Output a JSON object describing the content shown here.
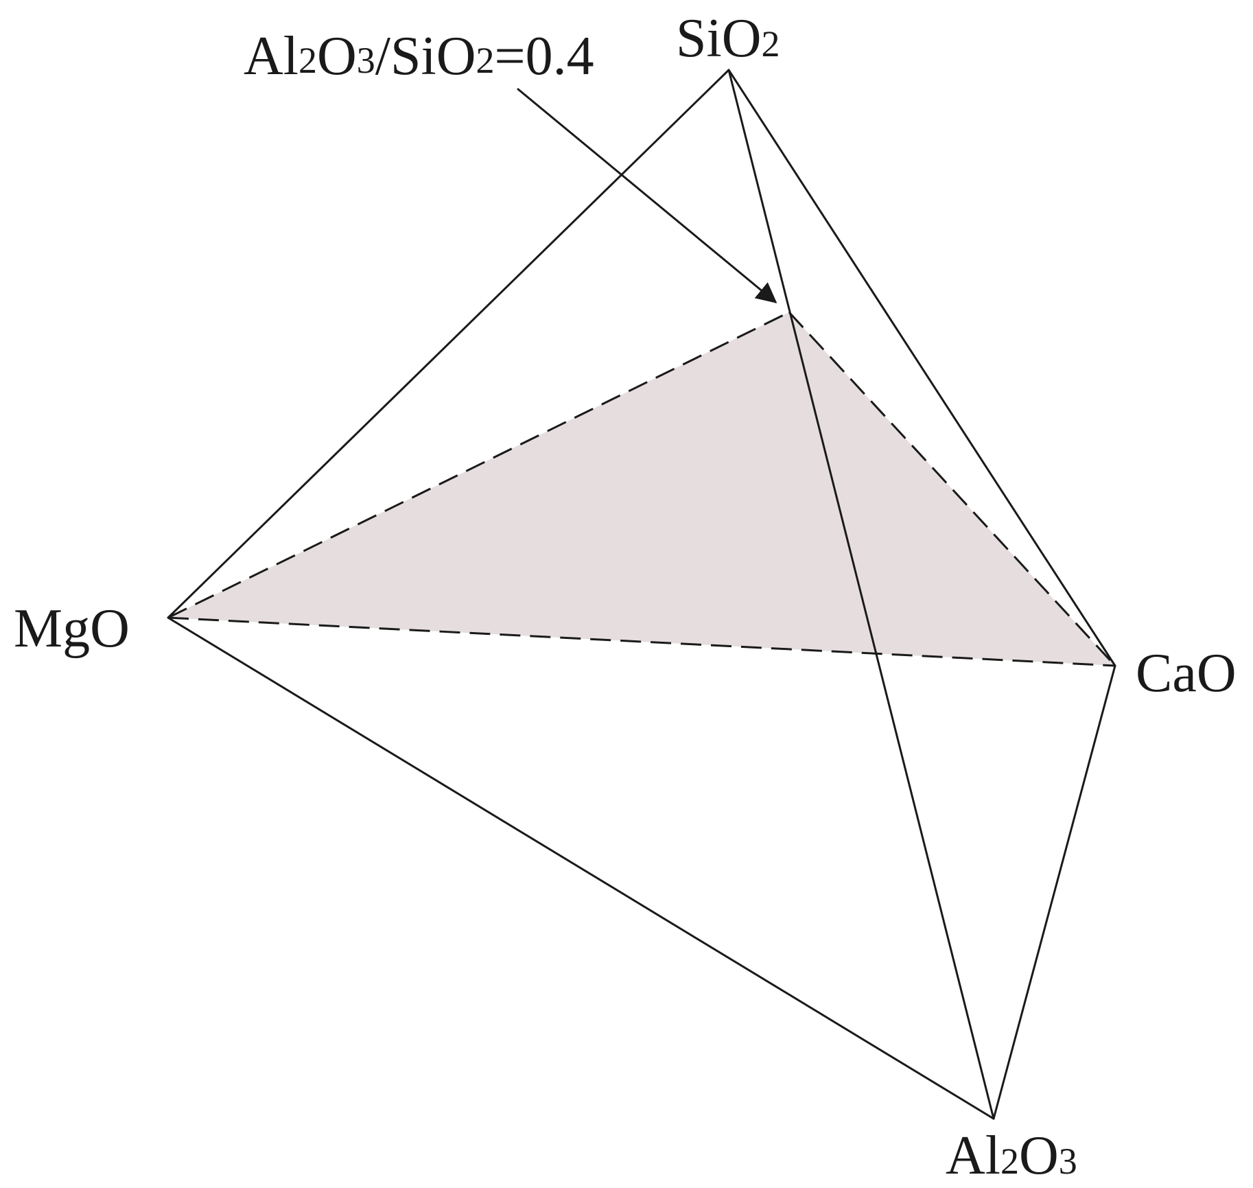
{
  "labels": {
    "sio2": {
      "main": "SiO",
      "sub": "2"
    },
    "mgo": "MgO",
    "cao": "CaO",
    "al2o3": {
      "p1": "Al",
      "s1": "2",
      "p2": "O",
      "s2": "3"
    },
    "plane": {
      "p1": "Al",
      "s1": "2",
      "p2": "O",
      "s2": "3",
      "p3": "/SiO",
      "s3": "2",
      "p4": "=0.4"
    }
  },
  "colors": {
    "line": "#1a1a1a",
    "plane_fill": "#e6dede"
  }
}
